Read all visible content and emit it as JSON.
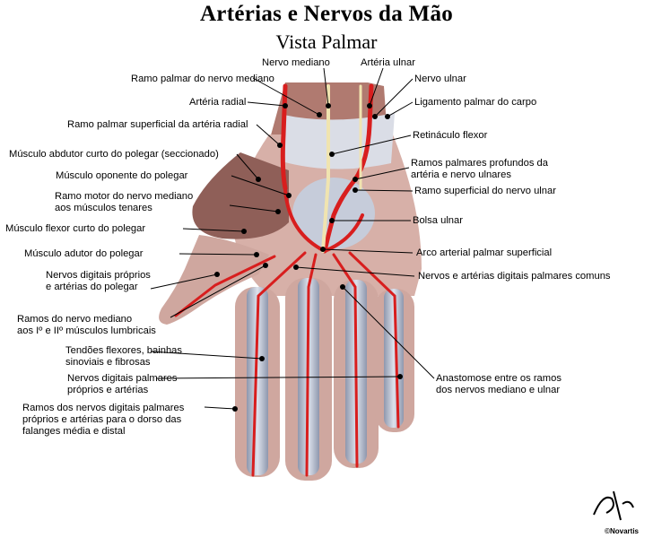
{
  "title": "Artérias e Nervos da Mão",
  "subtitle": "Vista Palmar",
  "labels": {
    "nervo_mediano": "Nervo mediano",
    "arteria_ulnar": "Artéria ulnar",
    "ramo_palmar_nervo_mediano": "Ramo palmar do nervo mediano",
    "nervo_ulnar": "Nervo ulnar",
    "arteria_radial": "Artéria radial",
    "ligamento_palmar_carpo": "Ligamento palmar do carpo",
    "ramo_palmar_superficial_radial": "Ramo palmar superficial da artéria radial",
    "retinaculo_flexor": "Retináculo flexor",
    "abdutor_curto_l1": "Músculo abdutor curto do polegar (seccionado)",
    "ramos_profundos_l1": "Ramos palmares profundos da",
    "ramos_profundos_l2": "artéria e nervo ulnares",
    "oponente": "Músculo oponente do polegar",
    "ramo_superficial_ulnar": "Ramo superficial do nervo ulnar",
    "ramo_motor_l1": "Ramo motor do nervo mediano",
    "ramo_motor_l2": "aos músculos tenares",
    "bolsa_ulnar": "Bolsa ulnar",
    "flexor_curto": "Músculo flexor curto do polegar",
    "arco_arterial": "Arco arterial palmar superficial",
    "adutor": "Músculo adutor do polegar",
    "nervos_arterias_comuns": "Nervos e artérias digitais palmares comuns",
    "digitais_polegar_l1": "Nervos digitais próprios",
    "digitais_polegar_l2": "e artérias do polegar",
    "lumbricais_l1": "Ramos do nervo mediano",
    "lumbricais_l2": "aos Iº e IIº músculos lumbricais",
    "tendoes_l1": "Tendões flexores, bainhas",
    "tendoes_l2": "sinoviais e fibrosas",
    "anastomose_l1": "Anastomose entre os ramos",
    "anastomose_l2": "dos nervos mediano e ulnar",
    "digitais_proprios_l1": "Nervos digitais palmares",
    "digitais_proprios_l2": "próprios e artérias",
    "dorso_l1": "Ramos dos nervos digitais palmares",
    "dorso_l2": "próprios e artérias para o dorso das",
    "dorso_l3": "falanges média e distal"
  },
  "credit": "©Novartis",
  "signature": "F. Netter",
  "colors": {
    "artery": "#d81e1e",
    "tendon": "#b4bccd",
    "skin": "#e9ccc4",
    "muscle": "#9a6a62"
  }
}
